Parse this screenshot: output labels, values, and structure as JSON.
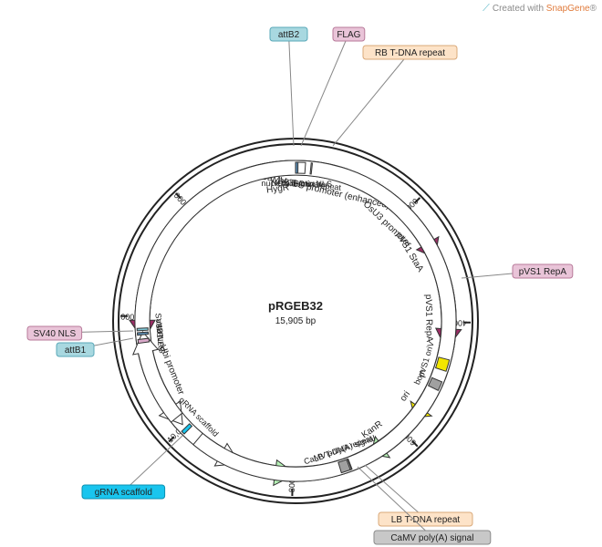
{
  "watermark": {
    "prefix": "Created with ",
    "brand": "SnapGene",
    "mark": "®"
  },
  "plasmid": {
    "name": "pRGEB32",
    "size_label": "15,905 bp"
  },
  "ticks": [
    {
      "pos": 2000,
      "label": "2000"
    },
    {
      "pos": 4000,
      "label": "4000"
    },
    {
      "pos": 6000,
      "label": "6000"
    },
    {
      "pos": 8000,
      "label": "8000"
    },
    {
      "pos": 10000,
      "label": "10,000"
    },
    {
      "pos": 12000,
      "label": "12,000"
    },
    {
      "pos": 14000,
      "label": "14,000"
    }
  ],
  "arrows": [
    {
      "id": "cas9",
      "label": "Cas9",
      "start": 15850,
      "end": 11600,
      "dir": -1,
      "color": "#9b2f66",
      "label_color": "#ffffff"
    },
    {
      "id": "pvs1-stab",
      "label": "pVS1 StaA",
      "start": 2300,
      "end": 2900,
      "dir": 1,
      "color": "#9b2f66"
    },
    {
      "id": "pvs1-repa",
      "label": "pVS1 RepA",
      "start": 3400,
      "end": 4450,
      "dir": 1,
      "color": "#9b2f66"
    },
    {
      "id": "ori",
      "label": "ori",
      "start": 5300,
      "end": 5700,
      "dir": 1,
      "color": "#f2e600"
    },
    {
      "id": "kanr",
      "label": "KanR",
      "start": 6150,
      "end": 6650,
      "dir": 1,
      "color": "#b6f2b6"
    },
    {
      "id": "hygr",
      "label": "HygR",
      "start": 7280,
      "end": 7950,
      "dir": -1,
      "color": "#b6f2b6"
    },
    {
      "id": "camv35s",
      "label": "CaMV 35S promoter (enhanced)",
      "start": 8150,
      "end": 8900,
      "dir": -1,
      "color": "#ffffff"
    },
    {
      "id": "osu3",
      "label": "OsU3 promoter",
      "start": 9700,
      "end": 10050,
      "dir": -1,
      "color": "#ffffff"
    },
    {
      "id": "ubi",
      "label": "Ubi promoter",
      "start": 10200,
      "end": 11750,
      "dir": 1,
      "color": "#ffffff"
    }
  ],
  "boxes": [
    {
      "id": "nos",
      "label": "NOS terminator",
      "pos": 80,
      "width": 160,
      "color": "#ffffff"
    },
    {
      "id": "pvs1-oriv",
      "label": "pVS1 oriV",
      "pos": 4700,
      "width": 190,
      "color": "#f2e600"
    },
    {
      "id": "bom",
      "label": "bom",
      "pos": 5050,
      "width": 150,
      "color": "#a0a0a0"
    },
    {
      "id": "camv-polya",
      "label": "CaMV poly(A) signal",
      "pos": 7120,
      "width": 180,
      "color": "#a0a0a0"
    },
    {
      "id": "nucleoplasmin-nls",
      "label": "nucleoplasmin NLS",
      "pos": 20,
      "width": 40,
      "color": "#5a8ab0"
    },
    {
      "id": "3xflag",
      "label": "3xFLAG",
      "pos": 11600,
      "width": 60,
      "color": "#d9a9c9"
    },
    {
      "id": "sv40-nls",
      "label": "SV40 NLS",
      "pos": 11720,
      "width": 40,
      "color": "#5a8ab0"
    },
    {
      "id": "attb1",
      "label": "attB1",
      "pos": 11790,
      "width": 40,
      "color": "#7fc7d6"
    },
    {
      "id": "grna-scaffold",
      "label": "gRNA scaffold",
      "pos": 9950,
      "width": 60,
      "color": "#19c5ee"
    },
    {
      "id": "rb",
      "label": "RB T-DNA repeat",
      "pos": 260,
      "width": 20,
      "color": "#c8c8c8"
    },
    {
      "id": "lb",
      "label": "LB T-DNA repeat",
      "pos": 7050,
      "width": 20,
      "color": "#c8c8c8"
    }
  ],
  "callouts": [
    {
      "id": "attb2",
      "label": "attB2",
      "bg": "#a8d8e0",
      "border": "#5aa8b8"
    },
    {
      "id": "flag",
      "label": "FLAG",
      "bg": "#e9c4d8",
      "border": "#b87a9a"
    },
    {
      "id": "rb-tdna",
      "label": "RB T-DNA repeat",
      "bg": "#fde3c8",
      "border": "#d9a878"
    },
    {
      "id": "pvs1-repa-tag",
      "label": "pVS1 RepA",
      "bg": "#e9c4d8",
      "border": "#b87a9a"
    },
    {
      "id": "sv40-nls-tag",
      "label": "SV40 NLS",
      "bg": "#e9c4d8",
      "border": "#b87a9a"
    },
    {
      "id": "attb1-tag",
      "label": "attB1",
      "bg": "#a8d8e0",
      "border": "#5aa8b8"
    },
    {
      "id": "grna-tag",
      "label": "gRNA scaffold",
      "bg": "#19c5ee",
      "border": "#0a90b0"
    },
    {
      "id": "lb-tdna",
      "label": "LB T-DNA repeat",
      "bg": "#fde3c8",
      "border": "#d9a878"
    },
    {
      "id": "camv-polya-tag",
      "label": "CaMV poly(A) signal",
      "bg": "#c8c8c8",
      "border": "#8a8a8a"
    }
  ]
}
